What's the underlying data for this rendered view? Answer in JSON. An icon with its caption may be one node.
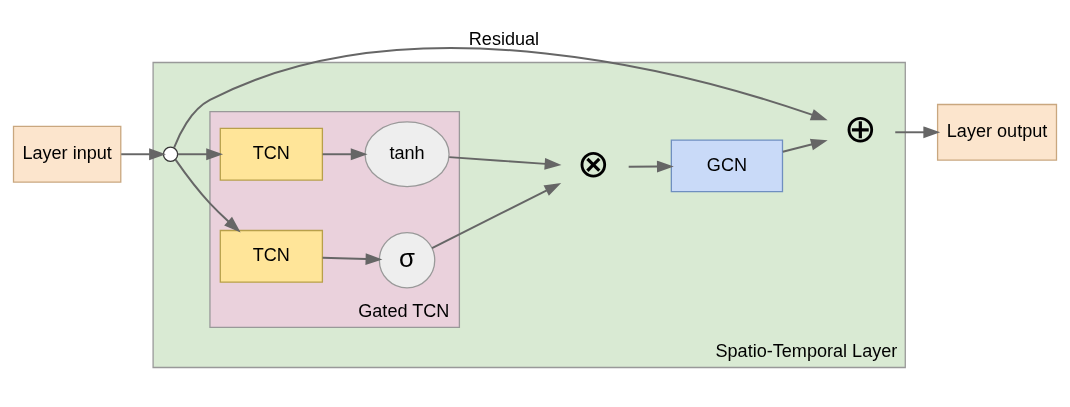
{
  "diagram": {
    "nodes": [
      {
        "text": [
          "Spatio-Temporal Layer"
        ]
      },
      {
        "text": [
          "Gated TCN"
        ],
        "in": 0
      },
      {
        "text": [
          "Layer input"
        ]
      },
      {
        "text": [],
        "shape": "circle",
        "in": 0
      },
      {
        "text": [
          "TCN"
        ],
        "in": 1
      },
      {
        "text": [
          "σ"
        ],
        "in": 1
      },
      {
        "text": [
          "TCN"
        ],
        "in": 1
      },
      {
        "text": [
          "tanh"
        ],
        "in": 1
      },
      {
        "text": [
          "⊗"
        ],
        "in": 0
      },
      {
        "text": [
          "GCN"
        ],
        "in": 0
      },
      {
        "text": [
          "⊕"
        ],
        "in": 0
      },
      {
        "text": [
          "Layer output"
        ]
      }
    ],
    "edges": [
      {
        "from": 2,
        "to": 3,
        "arrow": "to"
      },
      {
        "from": 3,
        "to": 4,
        "arrow": "to"
      },
      {
        "from": 3,
        "to": 6,
        "arrow": "to"
      },
      {
        "from": 4,
        "to": 5,
        "arrow": "to"
      },
      {
        "from": 6,
        "to": 7,
        "arrow": "to"
      },
      {
        "from": 5,
        "to": 8,
        "arrow": "to"
      },
      {
        "from": 7,
        "to": 8,
        "arrow": "to"
      },
      {
        "from": 8,
        "to": 9,
        "arrow": "to"
      },
      {
        "from": 9,
        "to": 10,
        "arrow": "to"
      },
      {
        "from": 3,
        "to": 10,
        "arrow": "to",
        "label": "Residual"
      },
      {
        "from": 10,
        "to": 11,
        "arrow": "to"
      }
    ]
  }
}
